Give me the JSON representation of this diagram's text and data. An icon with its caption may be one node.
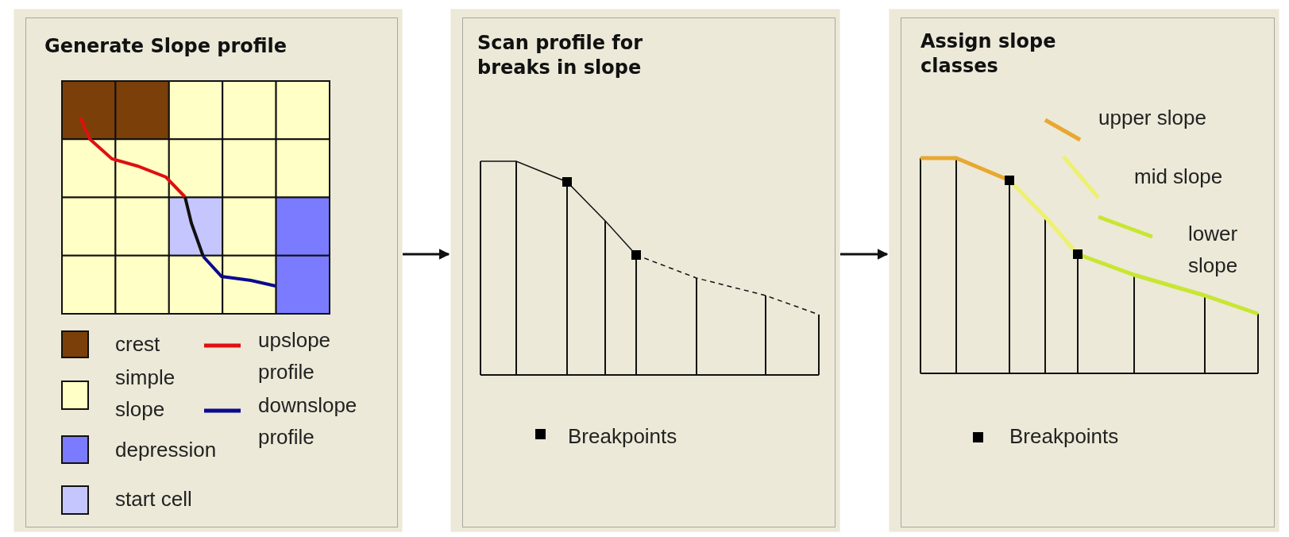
{
  "diagram": {
    "nodes": [
      {
        "text": [
          "Generate Slope profile"
        ]
      },
      {
        "text": [
          "Scan profile for breaks in slope"
        ]
      },
      {
        "text": [
          "Assign slope classes"
        ]
      }
    ],
    "edges": [
      {
        "from": 0,
        "to": 1,
        "arrow": "to"
      },
      {
        "from": 1,
        "to": 2,
        "arrow": "to"
      }
    ],
    "legend": [
      {
        "text": "crest",
        "color": "#7b3f0a"
      },
      {
        "text": "simple slope",
        "color": "#ffffc6"
      },
      {
        "text": "depression",
        "color": "#7b7bff"
      },
      {
        "text": "start cell",
        "color": "#c6c6ff"
      },
      {
        "text": "upslope profile"
      },
      {
        "text": "downslope profile"
      },
      {
        "text": "Breakpoints"
      },
      {
        "text": "upper slope"
      },
      {
        "text": "mid slope"
      },
      {
        "text": "lower slope"
      },
      {
        "text": "Breakpoints"
      }
    ]
  }
}
